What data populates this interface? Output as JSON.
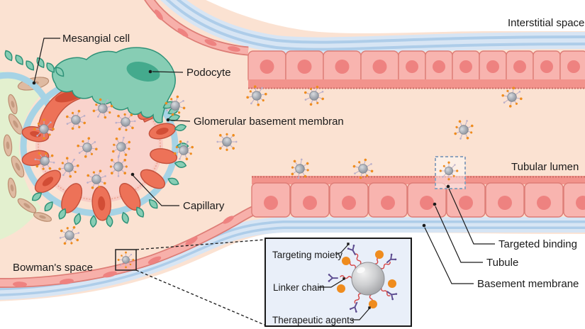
{
  "labels": {
    "mesangial_cell": "Mesangial cell",
    "podocyte": "Podocyte",
    "glomerular_basement_membrane": "Glomerular basement membran",
    "capillary": "Capillary",
    "bowmans_space": "Bowman's space",
    "interstitial_space": "Interstitial space",
    "tubular_lumen": "Tubular lumen",
    "targeted_binding": "Targeted binding",
    "tubule": "Tubule",
    "basement_membrane": "Basement membrane"
  },
  "inset": {
    "targeting_moiety": "Targeting moiety",
    "linker_chain": "Linker chain",
    "therapeutic_agents": "Therapeutic agents"
  },
  "colors": {
    "background": "#fbe2d2",
    "ink": "#1a1a1a",
    "matrix_green": "#e3f0cf",
    "mesangial": "#dfbaa1",
    "mesangial_outline": "#bb8e71",
    "mesangial_nucleus": "#c49a80",
    "podocyte": "#87cdb4",
    "podocyte_outline": "#2e9278",
    "podocyte_nucleus": "#44aa8d",
    "gbm": "#a6d3e5",
    "endothelium": "#ed7258",
    "endothelium_outline": "#c2503c",
    "endothelium_nucleus": "#d24d35",
    "capillary_lumen": "#f8cdc6",
    "capillary_fuzz": "#eca593",
    "cell_pink": "#f8b4af",
    "cell_outline": "#dd7d76",
    "cell_nucleus": "#ee8280",
    "brush": "#f2938c",
    "brush_line": "#c96f66",
    "membrane_light": "#d7e5f4",
    "membrane_mid": "#aecde9",
    "np_body": "#a3a9b1",
    "np_edge": "#7e848d",
    "np_spike": "#b9aec9",
    "agent_orange": "#ef8c1e",
    "antibody_purple": "#5b4a8f",
    "linker_red": "#d64545",
    "inset_bg": "#e9eff9",
    "dashed_box": "#8fa3bd"
  }
}
